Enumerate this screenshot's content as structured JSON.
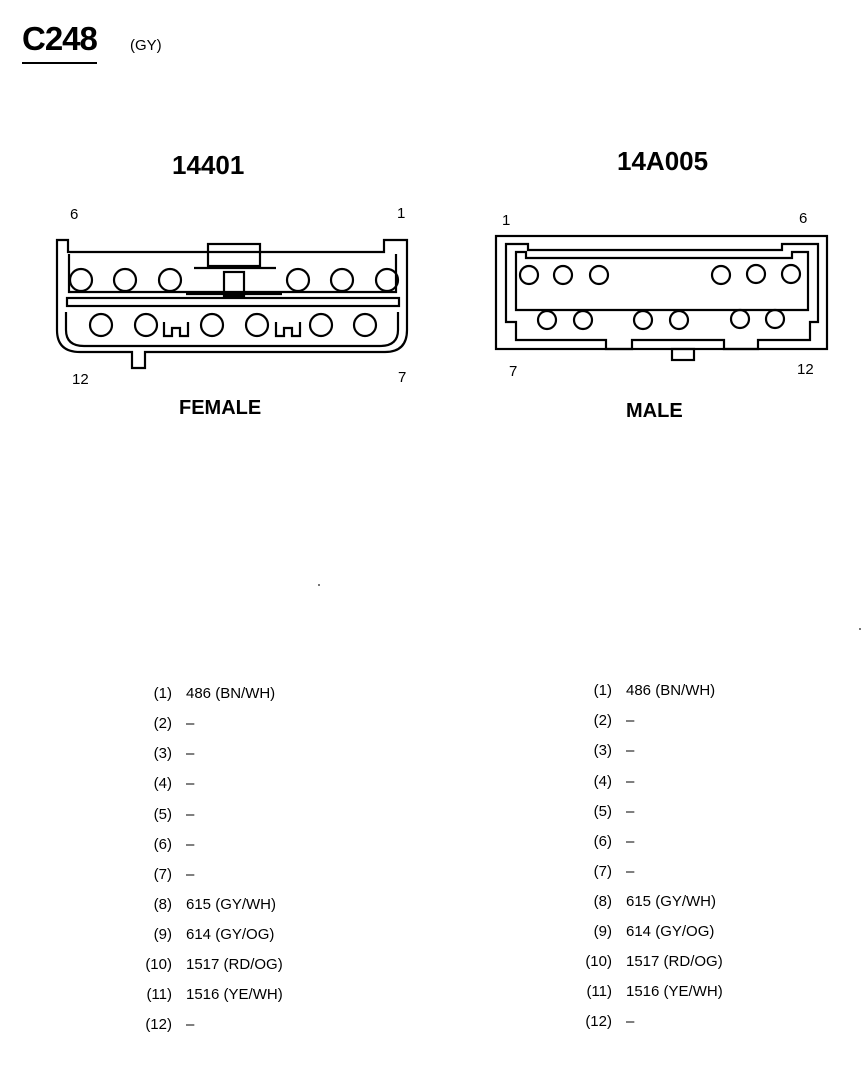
{
  "header": {
    "connector_id": "C248",
    "connector_color": "(GY)"
  },
  "female": {
    "part_number": "14401",
    "gender": "FEMALE",
    "pin_labels": {
      "top_left": "6",
      "top_right": "1",
      "bottom_left": "12",
      "bottom_right": "7"
    },
    "pins": [
      {
        "num": "(1)",
        "value": "486 (BN/WH)"
      },
      {
        "num": "(2)",
        "value": "–"
      },
      {
        "num": "(3)",
        "value": "–"
      },
      {
        "num": "(4)",
        "value": "–"
      },
      {
        "num": "(5)",
        "value": "–"
      },
      {
        "num": "(6)",
        "value": "–"
      },
      {
        "num": "(7)",
        "value": "–"
      },
      {
        "num": "(8)",
        "value": "615 (GY/WH)"
      },
      {
        "num": "(9)",
        "value": "614 (GY/OG)"
      },
      {
        "num": "(10)",
        "value": "1517 (RD/OG)"
      },
      {
        "num": "(11)",
        "value": "1516 (YE/WH)"
      },
      {
        "num": "(12)",
        "value": "–"
      }
    ]
  },
  "male": {
    "part_number": "14A005",
    "gender": "MALE",
    "pin_labels": {
      "top_left": "1",
      "top_right": "6",
      "bottom_left": "7",
      "bottom_right": "12"
    },
    "pins": [
      {
        "num": "(1)",
        "value": "486 (BN/WH)"
      },
      {
        "num": "(2)",
        "value": "–"
      },
      {
        "num": "(3)",
        "value": "–"
      },
      {
        "num": "(4)",
        "value": "–"
      },
      {
        "num": "(5)",
        "value": "–"
      },
      {
        "num": "(6)",
        "value": "–"
      },
      {
        "num": "(7)",
        "value": "–"
      },
      {
        "num": "(8)",
        "value": "615 (GY/WH)"
      },
      {
        "num": "(9)",
        "value": "614 (GY/OG)"
      },
      {
        "num": "(10)",
        "value": "1517 (RD/OG)"
      },
      {
        "num": "(11)",
        "value": "1516 (YE/WH)"
      },
      {
        "num": "(12)",
        "value": "–"
      }
    ]
  }
}
